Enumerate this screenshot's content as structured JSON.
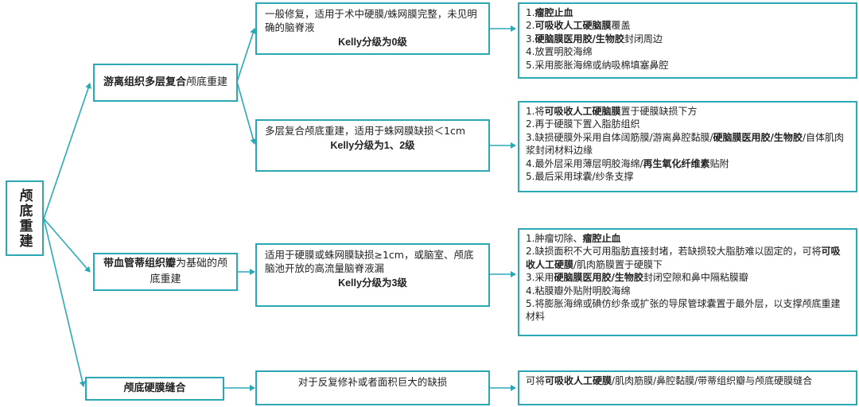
{
  "root": {
    "label": "颅底重建"
  },
  "branches": [
    {
      "category": {
        "bold": "游离组织多层复合",
        "rest": "颅底重建"
      },
      "conditions": [
        {
          "text": "一般修复，适用于术中硬膜/蛛网膜完整，未见明确的脑脊液",
          "kelly": "Kelly分级为0级",
          "methods": [
            [
              "1.",
              {
                "b": "瘤腔止血"
              }
            ],
            [
              "2.",
              {
                "b": "可吸收人工硬脑膜"
              },
              "覆盖"
            ],
            [
              "3.",
              {
                "b": "硬脑膜医用胶/生物胶"
              },
              "封闭周边"
            ],
            [
              "4.放置明胶海绵"
            ],
            [
              "5.采用膨胀海绵或纳吸棉填塞鼻腔"
            ]
          ]
        },
        {
          "text": "多层复合颅底重建，适用于蛛网膜缺损＜1cm",
          "kelly": "Kelly分级为1、2级",
          "methods": [
            [
              "1.将",
              {
                "b": "可吸收人工硬脑膜"
              },
              "置于硬膜缺损下方"
            ],
            [
              "2.再于硬膜下置入脂肪组织"
            ],
            [
              "3.缺损硬膜外采用自体阔筋膜/游离鼻腔黏膜/",
              {
                "b": "硬脑膜医用胶/生物胶"
              },
              "/自体肌肉浆封闭材料边缘"
            ],
            [
              "4.最外层采用薄层明胶海绵/",
              {
                "b": "再生氧化纤维素"
              },
              "贴附"
            ],
            [
              "5.最后采用球囊/纱条支撑"
            ]
          ]
        }
      ]
    },
    {
      "category": {
        "bold": "带血管蒂组织瓣",
        "rest": "为基础的颅底重建"
      },
      "conditions": [
        {
          "text": "适用于硬膜或蛛网膜缺损≥1cm，或脑室、颅底脑池开放的高流量脑脊液漏",
          "kelly": "Kelly分级为3级",
          "methods": [
            [
              "1.肿瘤切除、",
              {
                "b": "瘤腔止血"
              }
            ],
            [
              "2.缺损面积不大可用脂肪直接封堵，若缺损较大脂肪难以固定的，可将",
              {
                "b": "可吸收人工硬膜"
              },
              "/肌肉筋膜置于硬膜下"
            ],
            [
              "3.采用",
              {
                "b": "硬脑膜医用胶/生物胶"
              },
              "封闭空隙和鼻中隔粘膜瓣"
            ],
            [
              "4.粘膜瓣外贴附明胶海绵"
            ],
            [
              "5.将膨胀海绵或碘仿纱条或扩张的导尿管球囊置于最外层，以支撑颅底重建材料"
            ]
          ]
        }
      ]
    },
    {
      "category": {
        "bold": "颅底硬膜缝合",
        "rest": ""
      },
      "conditions": [
        {
          "text": "对于反复修补或者面积巨大的缺损",
          "kelly": "",
          "methods": [
            [
              "可将",
              {
                "b": "可吸收人工硬膜"
              },
              "/肌肉筋膜/鼻腔黏膜/带蒂组织瓣与颅底硬膜缝合"
            ]
          ]
        }
      ]
    }
  ],
  "style": {
    "accent": "#2aa9b5"
  }
}
